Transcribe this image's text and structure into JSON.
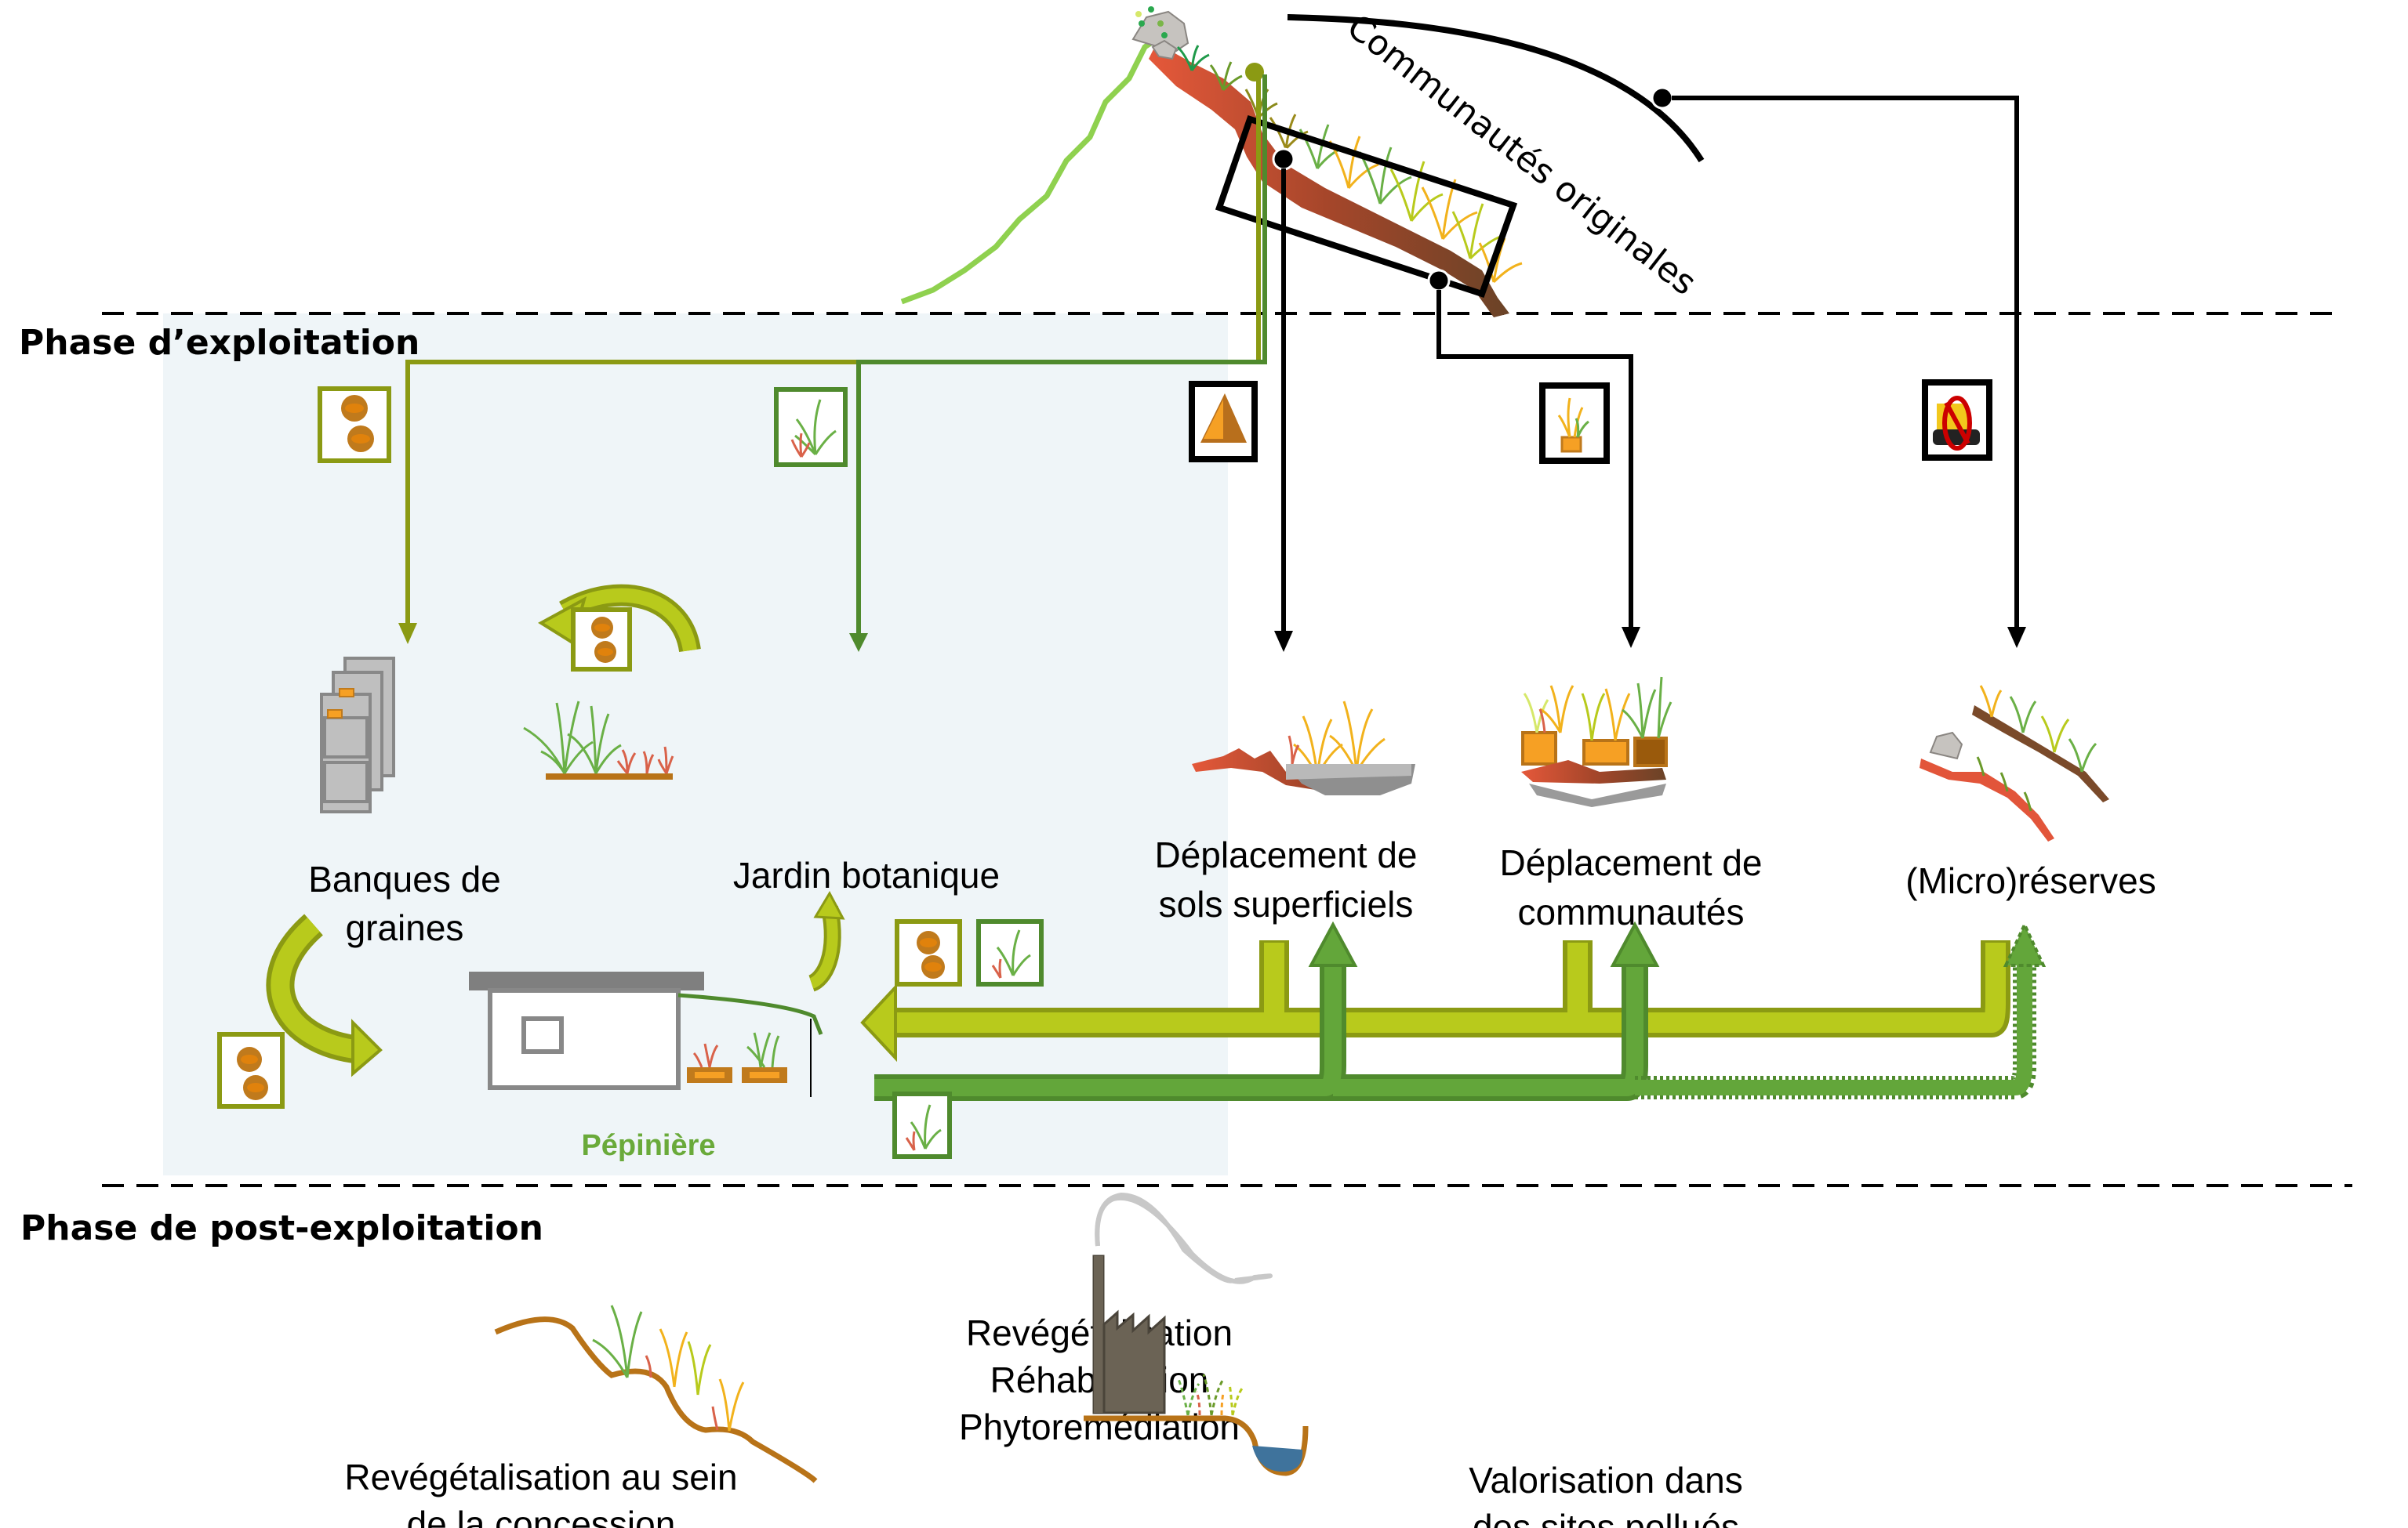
{
  "phases": {
    "exploitation": "Phase d’exploitation",
    "post_exploitation": "Phase de post-exploitation"
  },
  "top": {
    "original_communities": "Communautés originales"
  },
  "exploitation": {
    "seed_bank": [
      "Banques de",
      "graines"
    ],
    "botanical_garden": "Jardin botanique",
    "nursery": "Pépinière",
    "topsoil_transfer": [
      "Déplacement de",
      "sols superficiels"
    ],
    "community_transfer": [
      "Déplacement de",
      "communautés"
    ],
    "micro_reserves": "(Micro)réserves"
  },
  "icons": {
    "seeds": "seeds-icon",
    "plants": "plants-icon",
    "soil_pile": "soil-pile-icon",
    "potted_community": "potted-community-icon",
    "no_bulldozer": "no-bulldozer-icon"
  },
  "post_exploitation": {
    "concession_revegetation": [
      "Revégétalisation au sein",
      "de la concession"
    ],
    "techniques": [
      "Revégétalisation",
      "Réhabilitation",
      "Phytoremédiation"
    ],
    "polluted_sites": [
      "Valorisation dans",
      "des sites pollués"
    ]
  },
  "colors": {
    "olive": "#8b9a13",
    "lime": "#b8ca1c",
    "green": "#4f8a2d",
    "green_light": "#63a63a",
    "shade": "#eff5f8",
    "orange": "#e07e10",
    "soil_red": "#e2553a",
    "soil_brown": "#8b4a2a",
    "factory": "#6b6355",
    "water": "#3f739c"
  }
}
